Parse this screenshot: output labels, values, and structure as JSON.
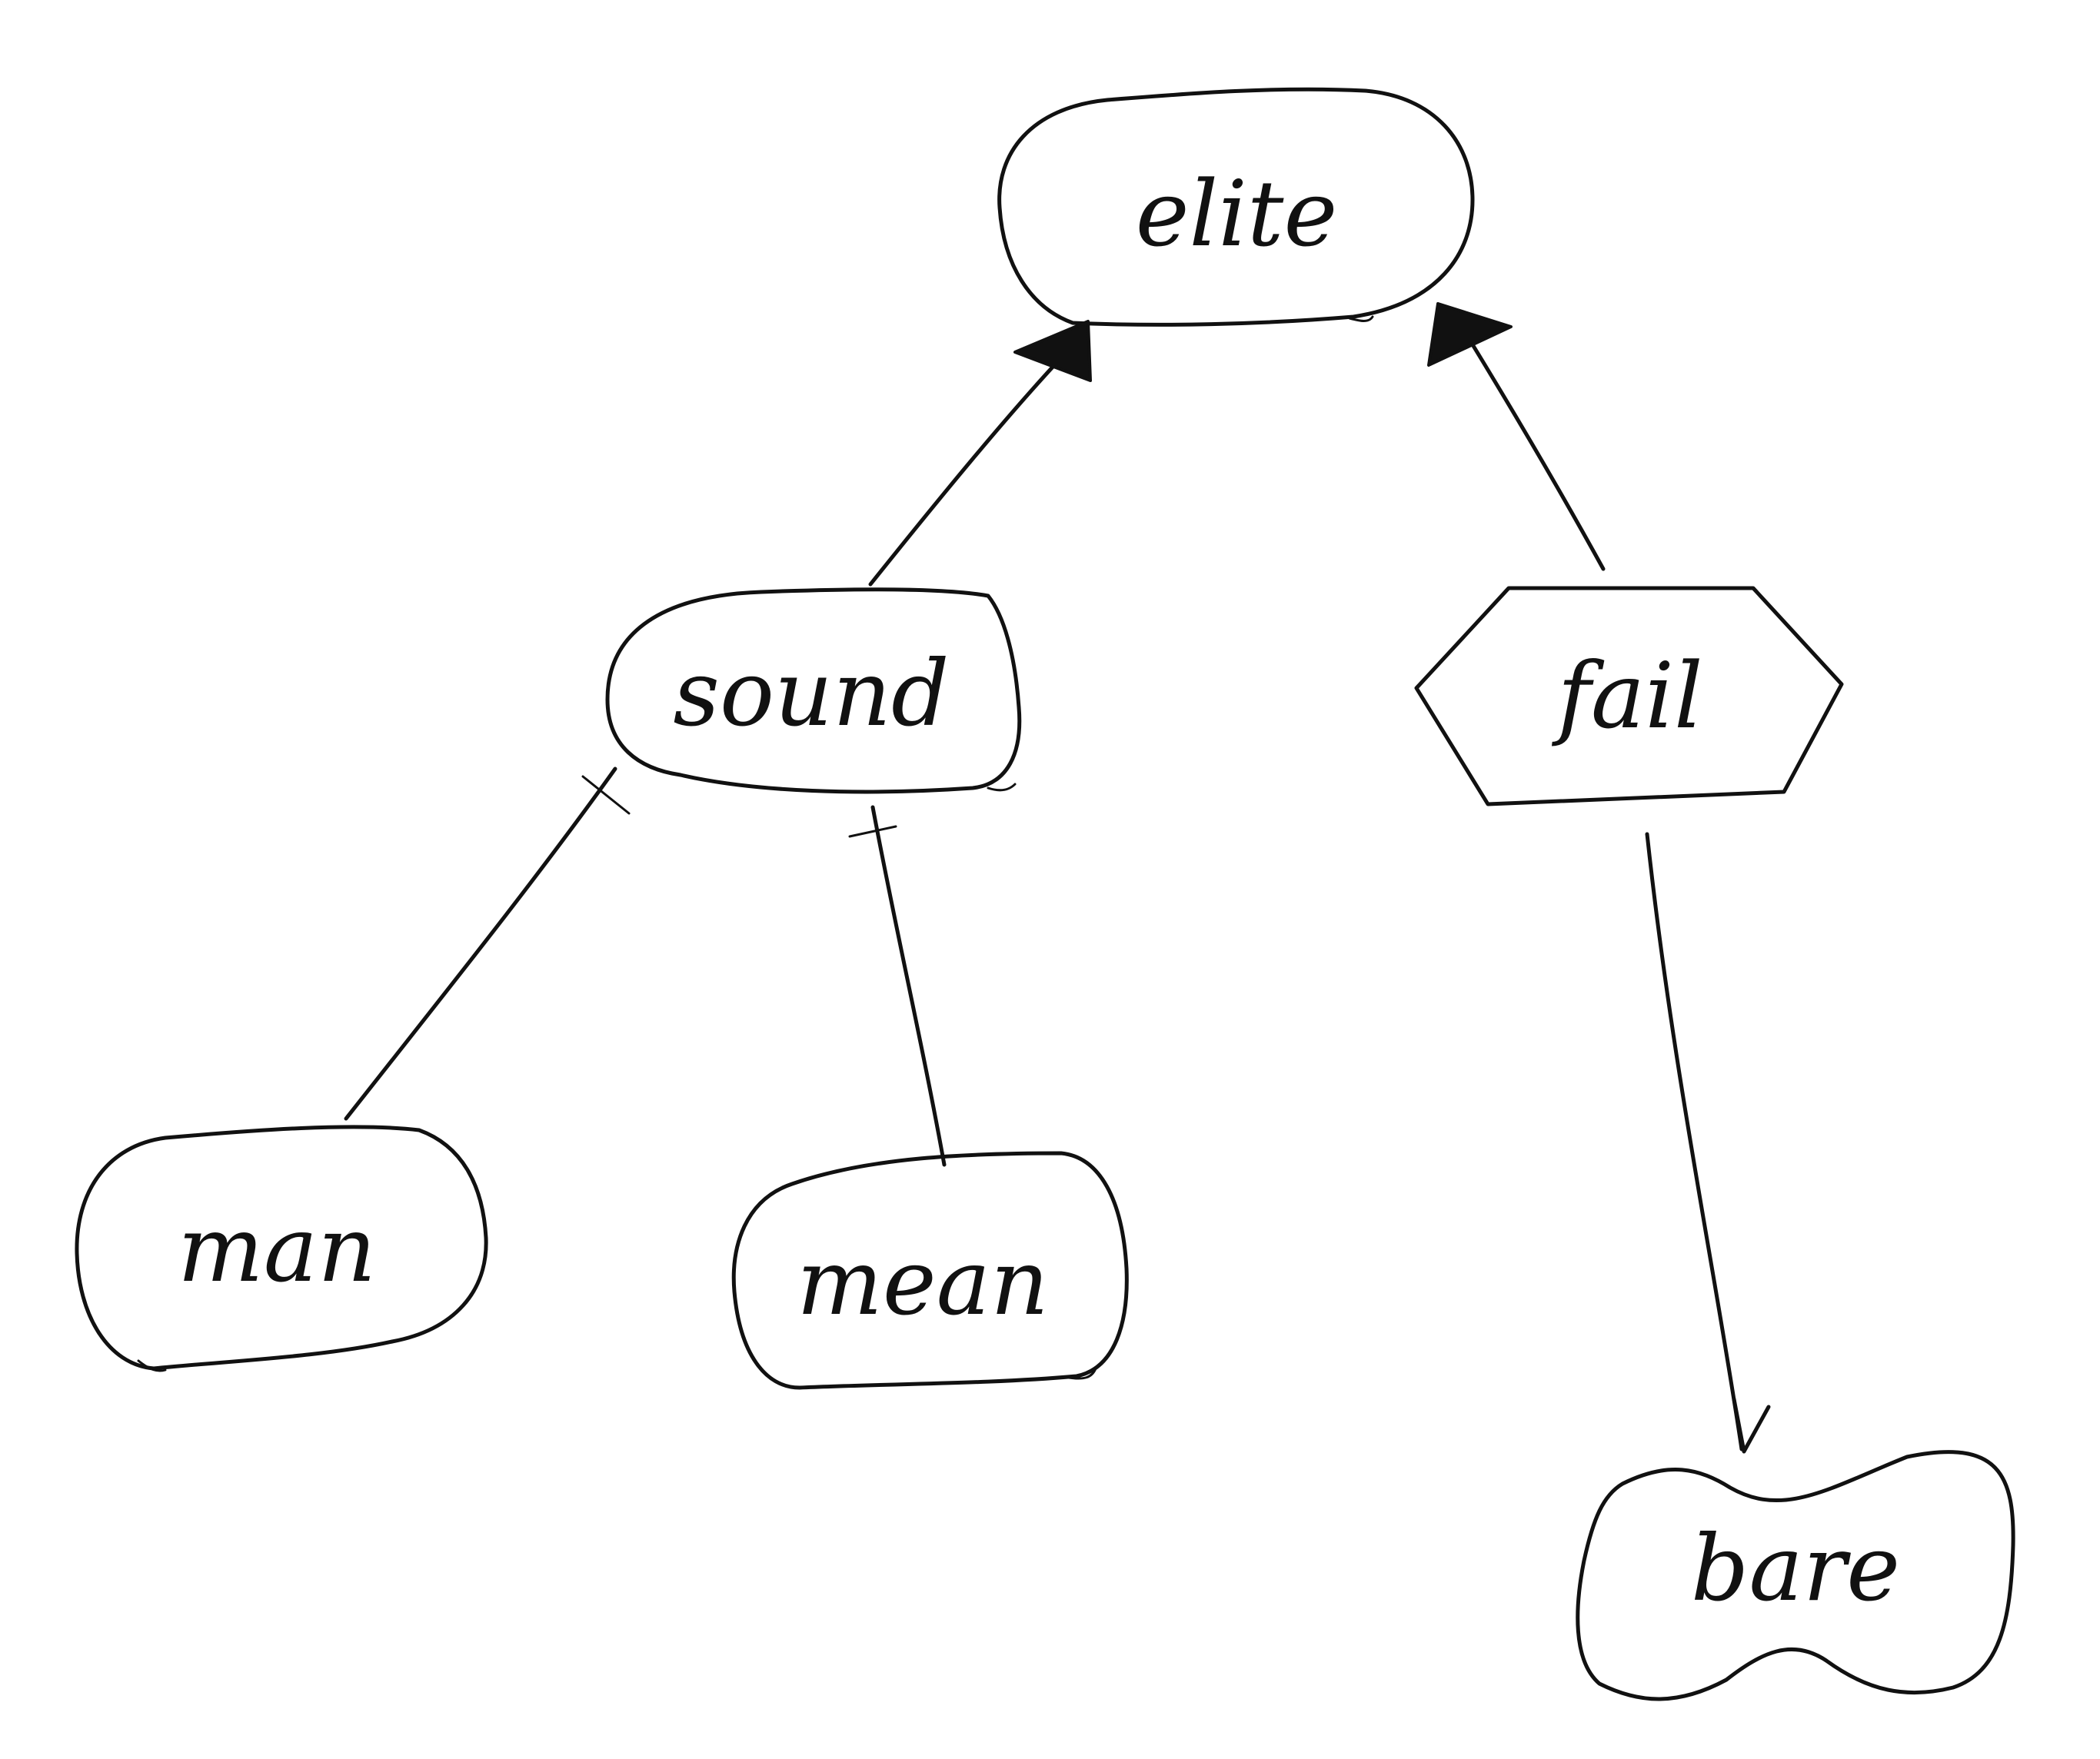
{
  "diagram": {
    "nodes": {
      "elite": "elite",
      "sound": "sound",
      "fail": "fail",
      "man": "man",
      "mean": "mean",
      "bare": "bare"
    },
    "edges": [
      {
        "from": "sound",
        "to": "elite",
        "head": "filled-triangle"
      },
      {
        "from": "fail",
        "to": "elite",
        "head": "filled-triangle"
      },
      {
        "from": "man",
        "to": "sound",
        "head": "tick"
      },
      {
        "from": "mean",
        "to": "sound",
        "head": "tick"
      },
      {
        "from": "fail",
        "to": "bare",
        "head": "open-arrow"
      }
    ],
    "shapes": {
      "elite": "rounded-oval",
      "sound": "rounded-oval",
      "fail": "hexagon",
      "man": "rounded-oval",
      "mean": "rounded-oval",
      "bare": "blob"
    },
    "colors": {
      "ink": "#111111",
      "background": "#ffffff"
    }
  }
}
